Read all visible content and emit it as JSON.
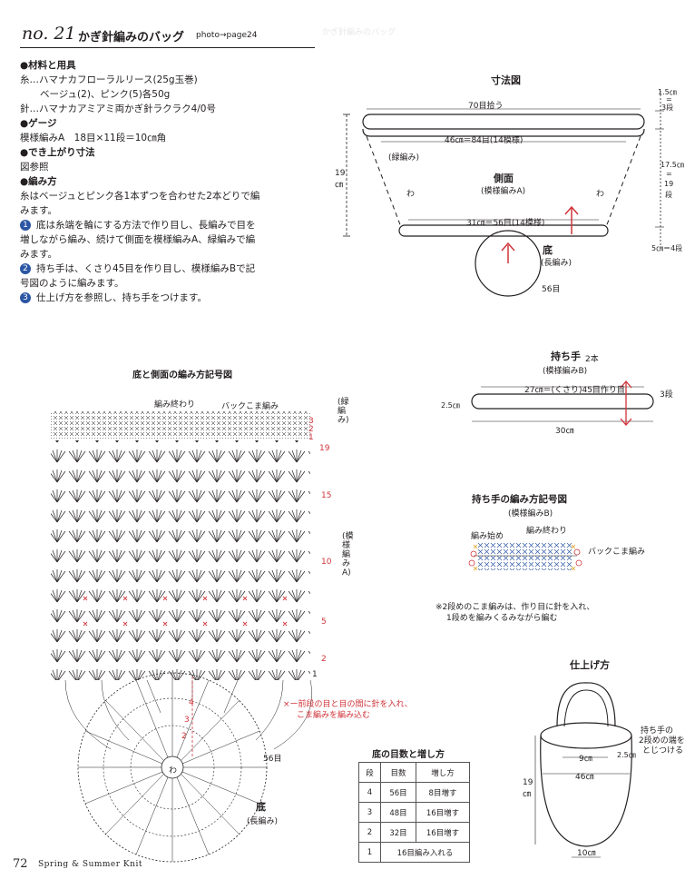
{
  "header": {
    "no": "no. 21",
    "title": "かぎ針編みのバッグ",
    "photo": "photo→page24",
    "ghost": "かぎ針編みのバッグ"
  },
  "instructions": {
    "materials_h": "●材料と用具",
    "yarn1": "糸…ハマナカフローラルリース(25g玉巻)",
    "yarn2": "ベージュ(2)、ピンク(5)各50g",
    "needle": "針…ハマナカアミアミ両かぎ針ラクラク4/0号",
    "gauge_h": "●ゲージ",
    "gauge": "模様編みA　18目×11段＝10㎝角",
    "size_h": "●でき上がり寸法",
    "size": "図参照",
    "method_h": "●編み方",
    "intro1": "糸はベージュとピンク各1本ずつを合わせた2本どりで編",
    "intro2": "みます。",
    "s1a": "底は糸端を輪にする方法で作り目し、長編みで目を",
    "s1b": "増しながら編み、続けて側面を模様編みA、緑編みで編",
    "s1c": "みます。",
    "s2a": "持ち手は、くさり45目を作り目し、模様編みBで記",
    "s2b": "号図のように編みます。",
    "s3": "仕上げ方を参照し、持ち手をつけます。",
    "n1": "1",
    "n2": "2",
    "n3": "3"
  },
  "dimension_diagram": {
    "title": "寸法図",
    "top_rows": "70目拾う",
    "edge": "(緑編み)",
    "w46": "46㎝＝84目(14模様)",
    "side": "側面",
    "side_sub": "(模様編みA)",
    "wa": "わ",
    "w31": "31㎝＝56目(14模様)",
    "h19": "19㎝",
    "r1a": "1.5㎝",
    "r1b": "=",
    "r1c": "3段",
    "r2a": "17.5㎝",
    "r2b": "=",
    "r2c": "19",
    "r2d": "段",
    "r3": "5㎝＝4段",
    "bottom": "底",
    "bottom_sub": "(長編み)",
    "st56": "56目"
  },
  "chart_main": {
    "title": "底と側面の編み方記号図",
    "end": "編み終わり",
    "back": "バックこま編み",
    "edge": "(緑編み)",
    "pattern": "(模様編みA)",
    "rows_top": [
      "3",
      "2",
      "1"
    ],
    "rows": [
      "19",
      "15",
      "10",
      "5",
      "2",
      "1"
    ],
    "round_marks": [
      "4",
      "3",
      "2"
    ],
    "note1": "×ー前段の目と目の間に針を入れ、",
    "note2": "こま編みを編み込む",
    "st56": "56目",
    "wa": "わ",
    "bottom": "底",
    "bottom_sub": "(長編み)"
  },
  "handle": {
    "title": "持ち手",
    "count": "2本",
    "sub": "(模様編みB)",
    "chain": "27㎝＝(くさり)45目作り目",
    "h": "2.5㎝",
    "rows": "3段",
    "w": "30㎝"
  },
  "handle_chart": {
    "title": "持ち手の編み方記号図",
    "sub": "(模様編みB)",
    "start": "編み始め",
    "end": "編み終わり",
    "back": "バックこま編み",
    "note1": "※2段めのこま編みは、作り目に針を入れ、",
    "note2": "1段めを編みくるみながら編む"
  },
  "finishing": {
    "title": "仕上げ方",
    "attach1": "持ち手の",
    "attach2": "2段めの端を",
    "attach3": "とじつける",
    "w9": "9㎝",
    "w25": "2.5㎝",
    "w46": "46㎝",
    "h19": "19㎝",
    "w10": "10㎝"
  },
  "table": {
    "title": "底の目数と増し方",
    "headers": [
      "段",
      "目数",
      "増し方"
    ],
    "rows": [
      [
        "4",
        "56目",
        "8目増す"
      ],
      [
        "3",
        "48目",
        "16目増す"
      ],
      [
        "2",
        "32目",
        "16目増す"
      ],
      [
        "1",
        "16目編み入れる",
        ""
      ]
    ]
  },
  "footer": {
    "page": "72",
    "book": "Spring & Summer Knit"
  },
  "colors": {
    "accent": "#2b56a3",
    "red": "#d0343a",
    "ink": "#231f20"
  }
}
